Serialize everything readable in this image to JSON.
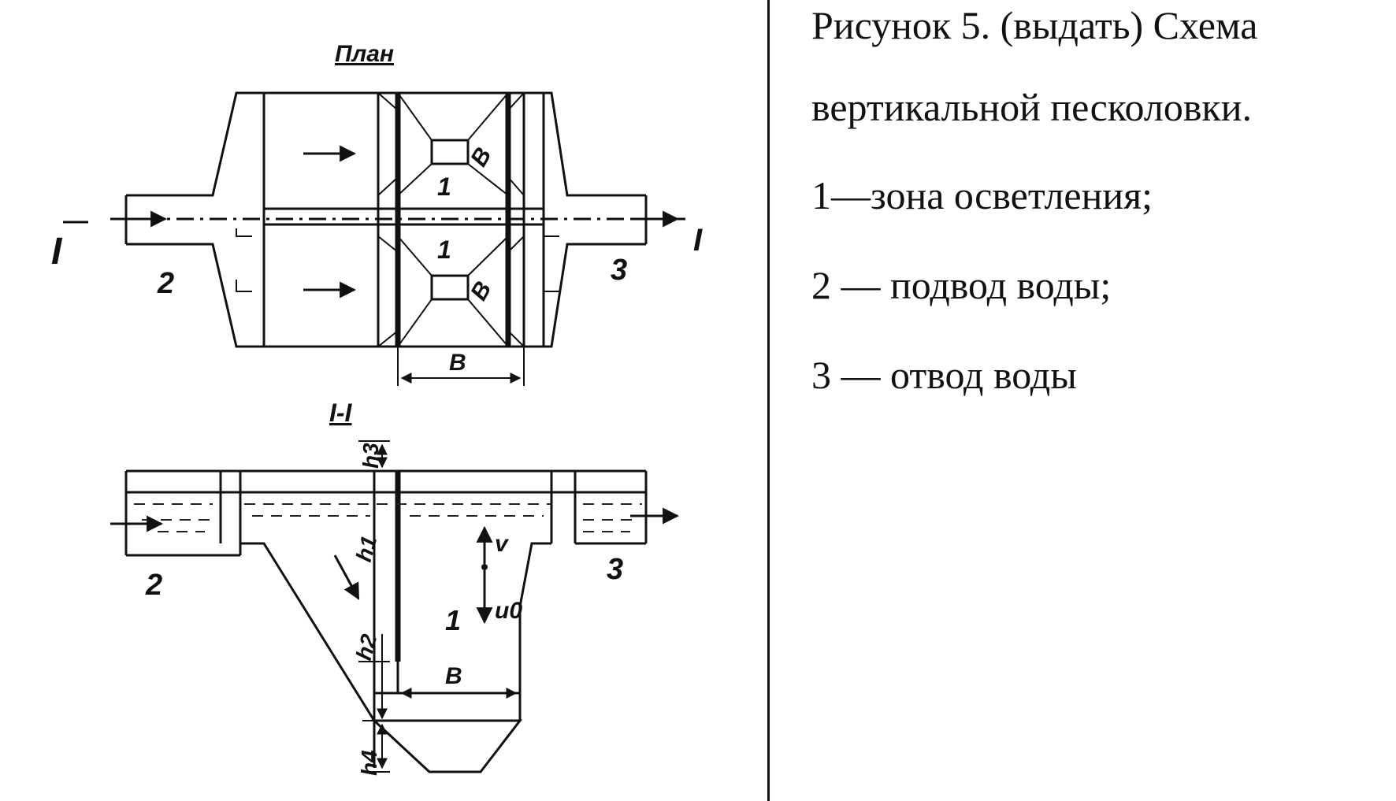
{
  "caption": {
    "title_line1": "Рисунок 5. (выдать) Схема",
    "title_line2": "вертикальной песколовки.",
    "item1": "1—зона осветления;",
    "item2": "2 — подвод воды;",
    "item3": "3 — отвод воды"
  },
  "diagram": {
    "plan_title": "План",
    "section_title": "I-I",
    "plan_section_mark_left": "I",
    "plan_section_mark_right": "I",
    "plan_label_inlet": "2",
    "plan_label_outlet": "3",
    "plan_label_zone_top": "1",
    "plan_label_zone_bottom": "1",
    "plan_label_B_top": "B",
    "plan_label_B_bottom": "B",
    "plan_dim_B": "B",
    "section_label_h3": "h3",
    "section_label_h1": "h1",
    "section_label_h2": "h2",
    "section_label_h4": "h4",
    "section_label_v": "v",
    "section_label_u0": "u0",
    "section_label_zone": "1",
    "section_label_inlet": "2",
    "section_label_outlet": "3",
    "section_dim_B": "B"
  }
}
